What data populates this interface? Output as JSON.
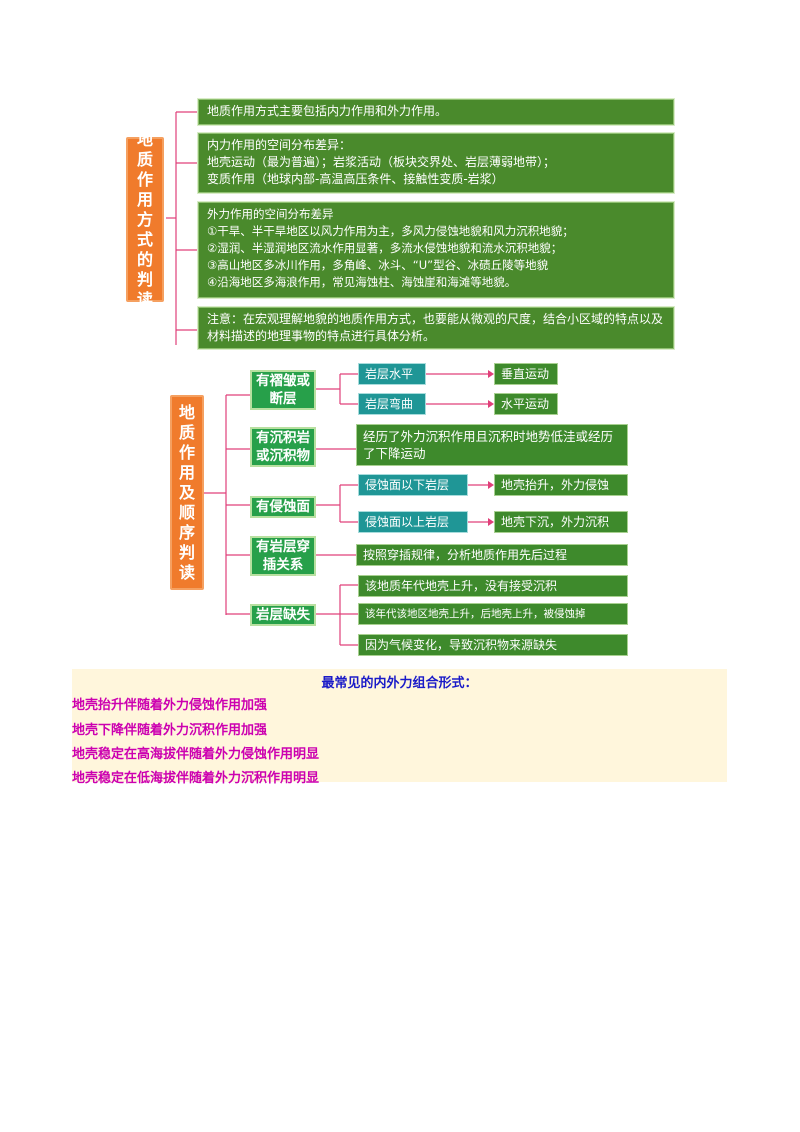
{
  "section1": {
    "title": "地质作用方式的判读",
    "boxes": [
      "地质作用方式主要包括内力作用和外力作用。",
      "内力作用的空间分布差异：\n地壳运动（最为普遍）；岩浆活动（板块交界处、岩层薄弱地带）；\n变质作用（地球内部-高温高压条件、接触性变质-岩浆）",
      "外力作用的空间分布差异\n①干旱、半干旱地区以风力作用为主，多风力侵蚀地貌和风力沉积地貌；\n②湿润、半湿润地区流水作用显著，多流水侵蚀地貌和流水沉积地貌；\n③高山地区多冰川作用，多角峰、冰斗、“U”型谷、冰碛丘陵等地貌\n④沿海地区多海浪作用，常见海蚀柱、海蚀崖和海滩等地貌。",
      "注意：在宏观理解地貌的地质作用方式，也要能从微观的尺度，结合小区域的特点以及材料描述的地理事物的特点进行具体分析。"
    ]
  },
  "section2": {
    "title": "地质作用及顺序判读",
    "categories": [
      "有褶皱或断层",
      "有沉积岩或沉积物",
      "有侵蚀面",
      "有岩层穿插关系",
      "岩层缺失"
    ],
    "mids": [
      "岩层水平",
      "岩层弯曲",
      "侵蚀面以下岩层",
      "侵蚀面以上岩层"
    ],
    "results": [
      "垂直运动",
      "水平运动",
      "地壳抬升，外力侵蚀",
      "地壳下沉，外力沉积"
    ],
    "sediment_text": "经历了外力沉积作用且沉积时地势低洼或经历了下降运动",
    "intrusion_text": "按照穿插规律，分析地质作用先后过程",
    "missing": [
      "该地质年代地壳上升，没有接受沉积",
      "该年代该地区地壳上升，后地壳上升，被侵蚀掉",
      "因为气候变化，导致沉积物来源缺失"
    ]
  },
  "panel": {
    "title": "最常见的内外力组合形式：",
    "lines": [
      "地壳抬升伴随着外力侵蚀作用加强",
      "地壳下降伴随着外力沉积作用加强",
      "地壳稳定在高海拔伴随着外力侵蚀作用明显",
      "地壳稳定在低海拔伴随着外力沉积作用明显"
    ]
  },
  "colors": {
    "orange": "#f07b2c",
    "dark_green": "#4a8a2c",
    "bright_green": "#27a04a",
    "teal": "#1f9696",
    "connector": "#e0407a",
    "panel_bg": "#fff6dc",
    "panel_title": "#1a1ac8",
    "panel_text": "#cc00b0"
  }
}
